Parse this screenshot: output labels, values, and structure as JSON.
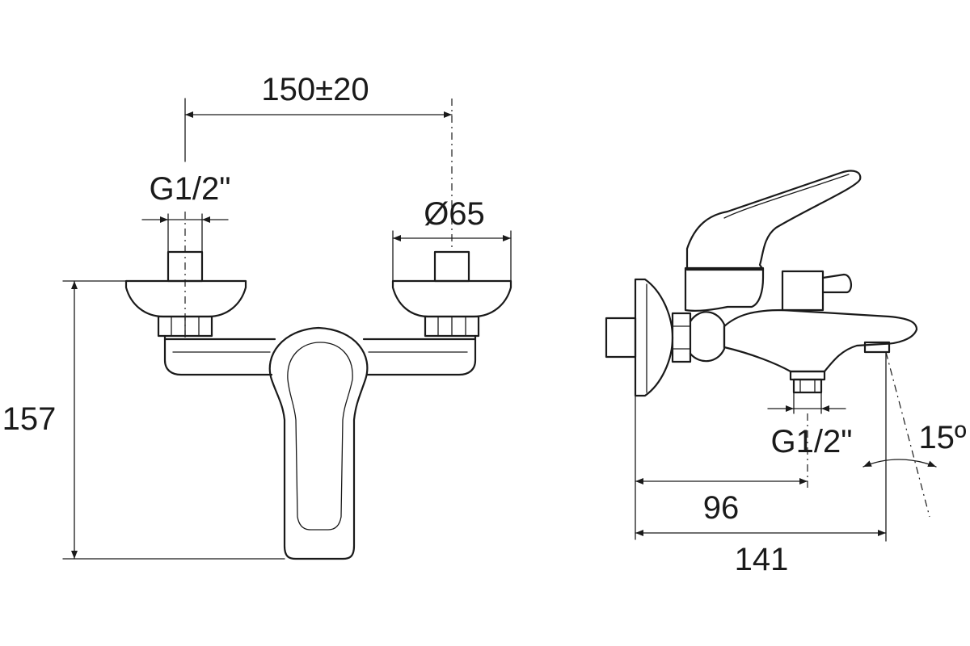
{
  "dimensions": {
    "center_distance": "150±20",
    "inlet_thread_front": "G1/2\"",
    "flange_diameter": "Ø65",
    "height": "157",
    "outlet_thread_side": "G1/2\"",
    "spout_angle": "15º",
    "outlet_depth": "96",
    "total_depth": "141"
  },
  "colors": {
    "line": "#1a1a1a",
    "background": "#ffffff"
  }
}
